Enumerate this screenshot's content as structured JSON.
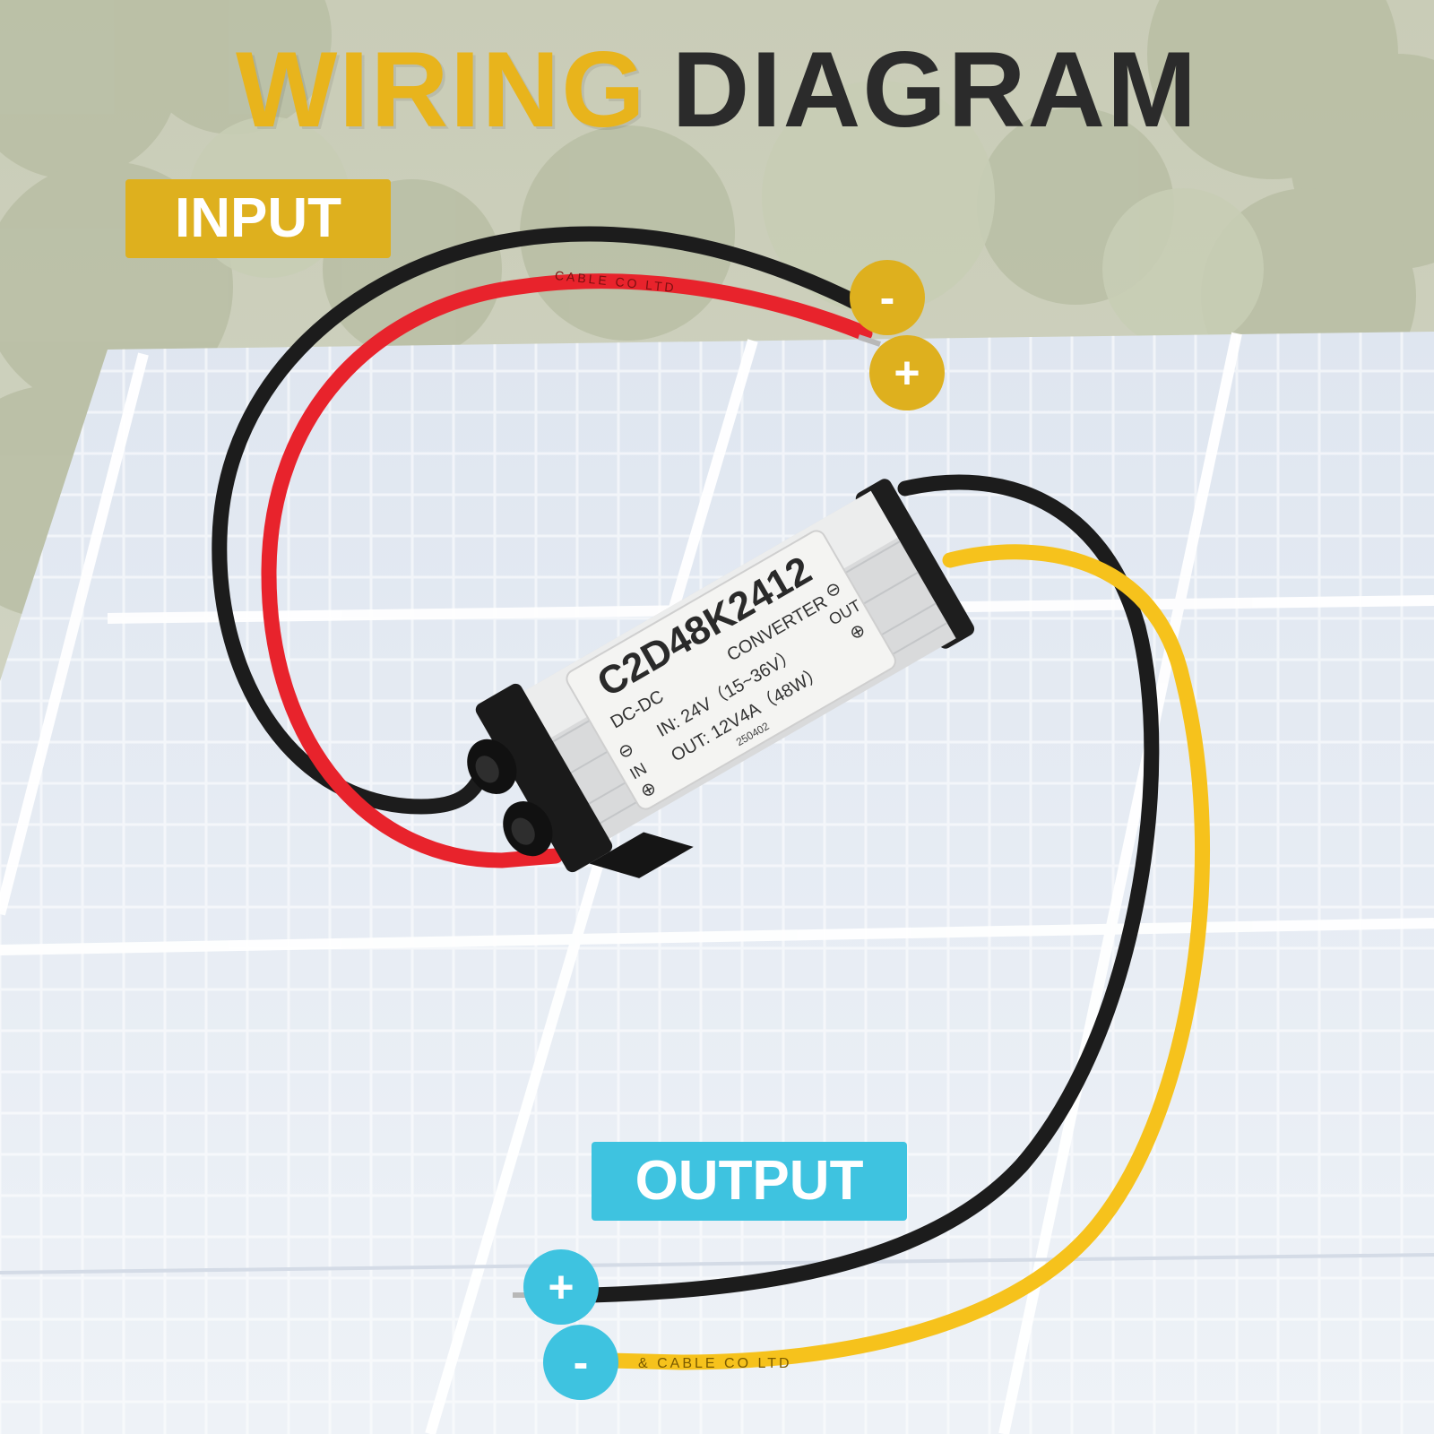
{
  "title": {
    "word1": "WIRING",
    "word2": "DIAGRAM"
  },
  "input": {
    "label": "INPUT",
    "negative": "-",
    "positive": "+"
  },
  "output": {
    "label": "OUTPUT",
    "positive": "+",
    "negative": "-"
  },
  "converter": {
    "model": "C2D48K2412",
    "type_left": "DC-DC",
    "type_right": "CONVERTER",
    "spec_in": "IN: 24V（15~36V）",
    "spec_out": "OUT: 12V4A（48W）",
    "code": "250402",
    "in_label": "IN",
    "out_label": "OUT",
    "minus_sym": "⊖",
    "plus_sym": "⊕"
  },
  "cable_print": {
    "red": "CABLE  CO LTD",
    "yellow": "& CABLE  CO LTD"
  },
  "colors": {
    "accent_yellow": "#deb01e",
    "accent_cyan": "#3ec3e0",
    "wire_red": "#e8232c",
    "wire_black": "#1c1c1c",
    "wire_yellow": "#f6c21c"
  }
}
